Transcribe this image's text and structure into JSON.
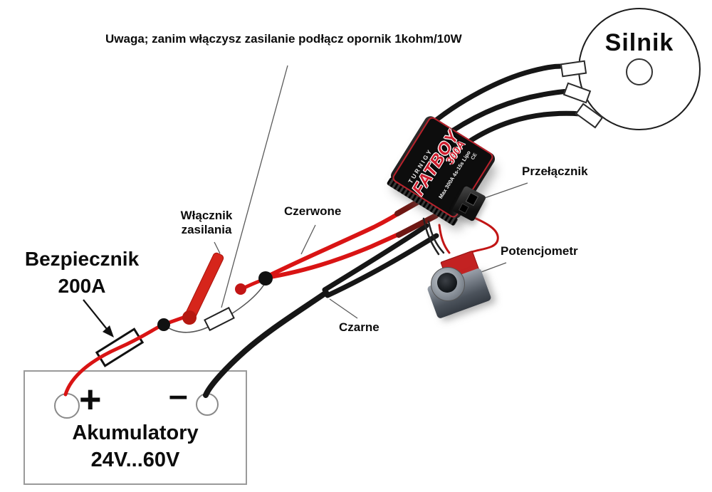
{
  "warning": "Uwaga; zanim włączysz zasilanie podłącz opornik 1kohm/10W",
  "motor": {
    "label": "Silnik"
  },
  "esc": {
    "brand": "TURNIGY",
    "model": "FATBOY",
    "amps": "300A",
    "spec": "Max 300A 4s-15s Lipo",
    "ce": "CE"
  },
  "labels": {
    "power_switch": "Włącznik\nzasilania",
    "fuse": "Bezpiecznik\n200A",
    "red_wires": "Czerwone",
    "black_wires": "Czarne",
    "toggle_switch": "Przełącznik",
    "potentiometer": "Potencjometr"
  },
  "battery": {
    "name": "Akumulatory",
    "range": "24V...60V",
    "plus_sign": "+",
    "minus_sign": "–"
  },
  "colors": {
    "wire_red": "#d91414",
    "wire_black": "#161616",
    "heatshrink_dark_red": "#6e1713",
    "esc_text_red": "#cf1f2f",
    "lever_red": "#d6251b",
    "pot_pcb_red": "#c32222"
  }
}
